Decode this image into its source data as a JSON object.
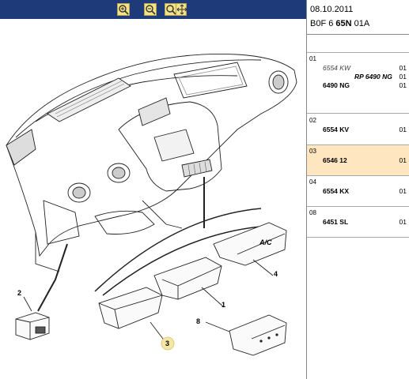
{
  "toolbar": {
    "zoom_in_icon": "zoom-in-icon",
    "zoom_out_icon": "zoom-out-icon",
    "move_icon": "move-icon"
  },
  "diagram": {
    "callouts": [
      "2",
      "3",
      "1",
      "4",
      "8"
    ]
  },
  "header": {
    "date": "08.10.2011",
    "code_prefix": "B0F 6 ",
    "code_bold": "65N",
    "code_suffix": " 01A"
  },
  "rows": [
    {
      "num": "01",
      "lines": [
        {
          "ref": "6554 KW",
          "qty": "01",
          "style": "italic"
        },
        {
          "ref": "RP 6490 NG",
          "qty": "01",
          "style": "italic-right"
        },
        {
          "ref": "6490 NG",
          "qty": "01",
          "style": "bold"
        }
      ]
    },
    {
      "num": "02",
      "lines": [
        {
          "ref": "6554 KV",
          "qty": "01",
          "style": "bold"
        }
      ]
    },
    {
      "num": "03",
      "lines": [
        {
          "ref": "6546 12",
          "qty": "01",
          "style": "bold"
        }
      ],
      "selected": true
    },
    {
      "num": "04",
      "lines": [
        {
          "ref": "6554 KX",
          "qty": "01",
          "style": "bold"
        }
      ]
    },
    {
      "num": "08",
      "lines": [
        {
          "ref": "6451 SL",
          "qty": "01",
          "style": "bold"
        }
      ]
    }
  ],
  "colors": {
    "toolbar_bg": "#1e3a78",
    "tool_button_bg": "#f2e28a",
    "selected_row_bg": "#fde6c0",
    "callout_highlight": "#f5e6a3"
  }
}
